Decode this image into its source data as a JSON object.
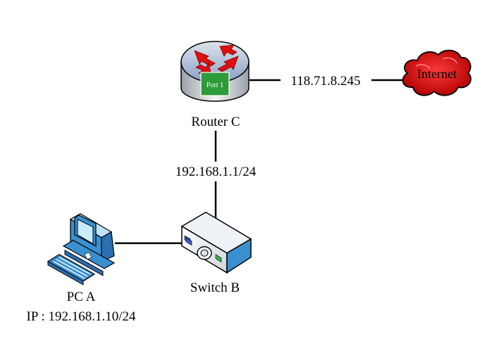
{
  "devices": {
    "router": {
      "label": "Router C",
      "port_label": "Port 1"
    },
    "switch": {
      "label": "Switch B"
    },
    "pc": {
      "label": "PC A",
      "ip_label": "IP : 192.168.1.10/24"
    },
    "cloud": {
      "label": "Internet"
    }
  },
  "links": {
    "router_internet": "118.71.8.245",
    "router_switch": "192.168.1.1/24"
  },
  "colors": {
    "line": "#000000",
    "router_arrows": "#e01010",
    "port_fill": "#2e9b3a",
    "cloud_fill": "#e00000",
    "device_blue": "#3a8fd0"
  }
}
